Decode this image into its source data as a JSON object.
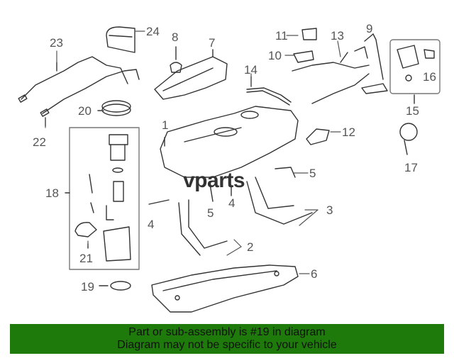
{
  "callouts": {
    "c1": "1",
    "c2": "2",
    "c3": "3",
    "c4a": "4",
    "c4b": "4",
    "c5a": "5",
    "c5b": "5",
    "c6": "6",
    "c7": "7",
    "c8": "8",
    "c9": "9",
    "c10": "10",
    "c11": "11",
    "c12": "12",
    "c13": "13",
    "c14": "14",
    "c15": "15",
    "c16": "16",
    "c17": "17",
    "c18": "18",
    "c19": "19",
    "c20": "20",
    "c21": "21",
    "c22": "22",
    "c23": "23",
    "c24": "24"
  },
  "watermark": "vparts",
  "banner": {
    "line1": "Part or sub-assembly is #19 in diagram",
    "line2": "Diagram may not be specific to your vehicle"
  },
  "colors": {
    "banner_bg": "#1e7a0a",
    "line_art": "#333333",
    "callout_text": "#555555"
  }
}
